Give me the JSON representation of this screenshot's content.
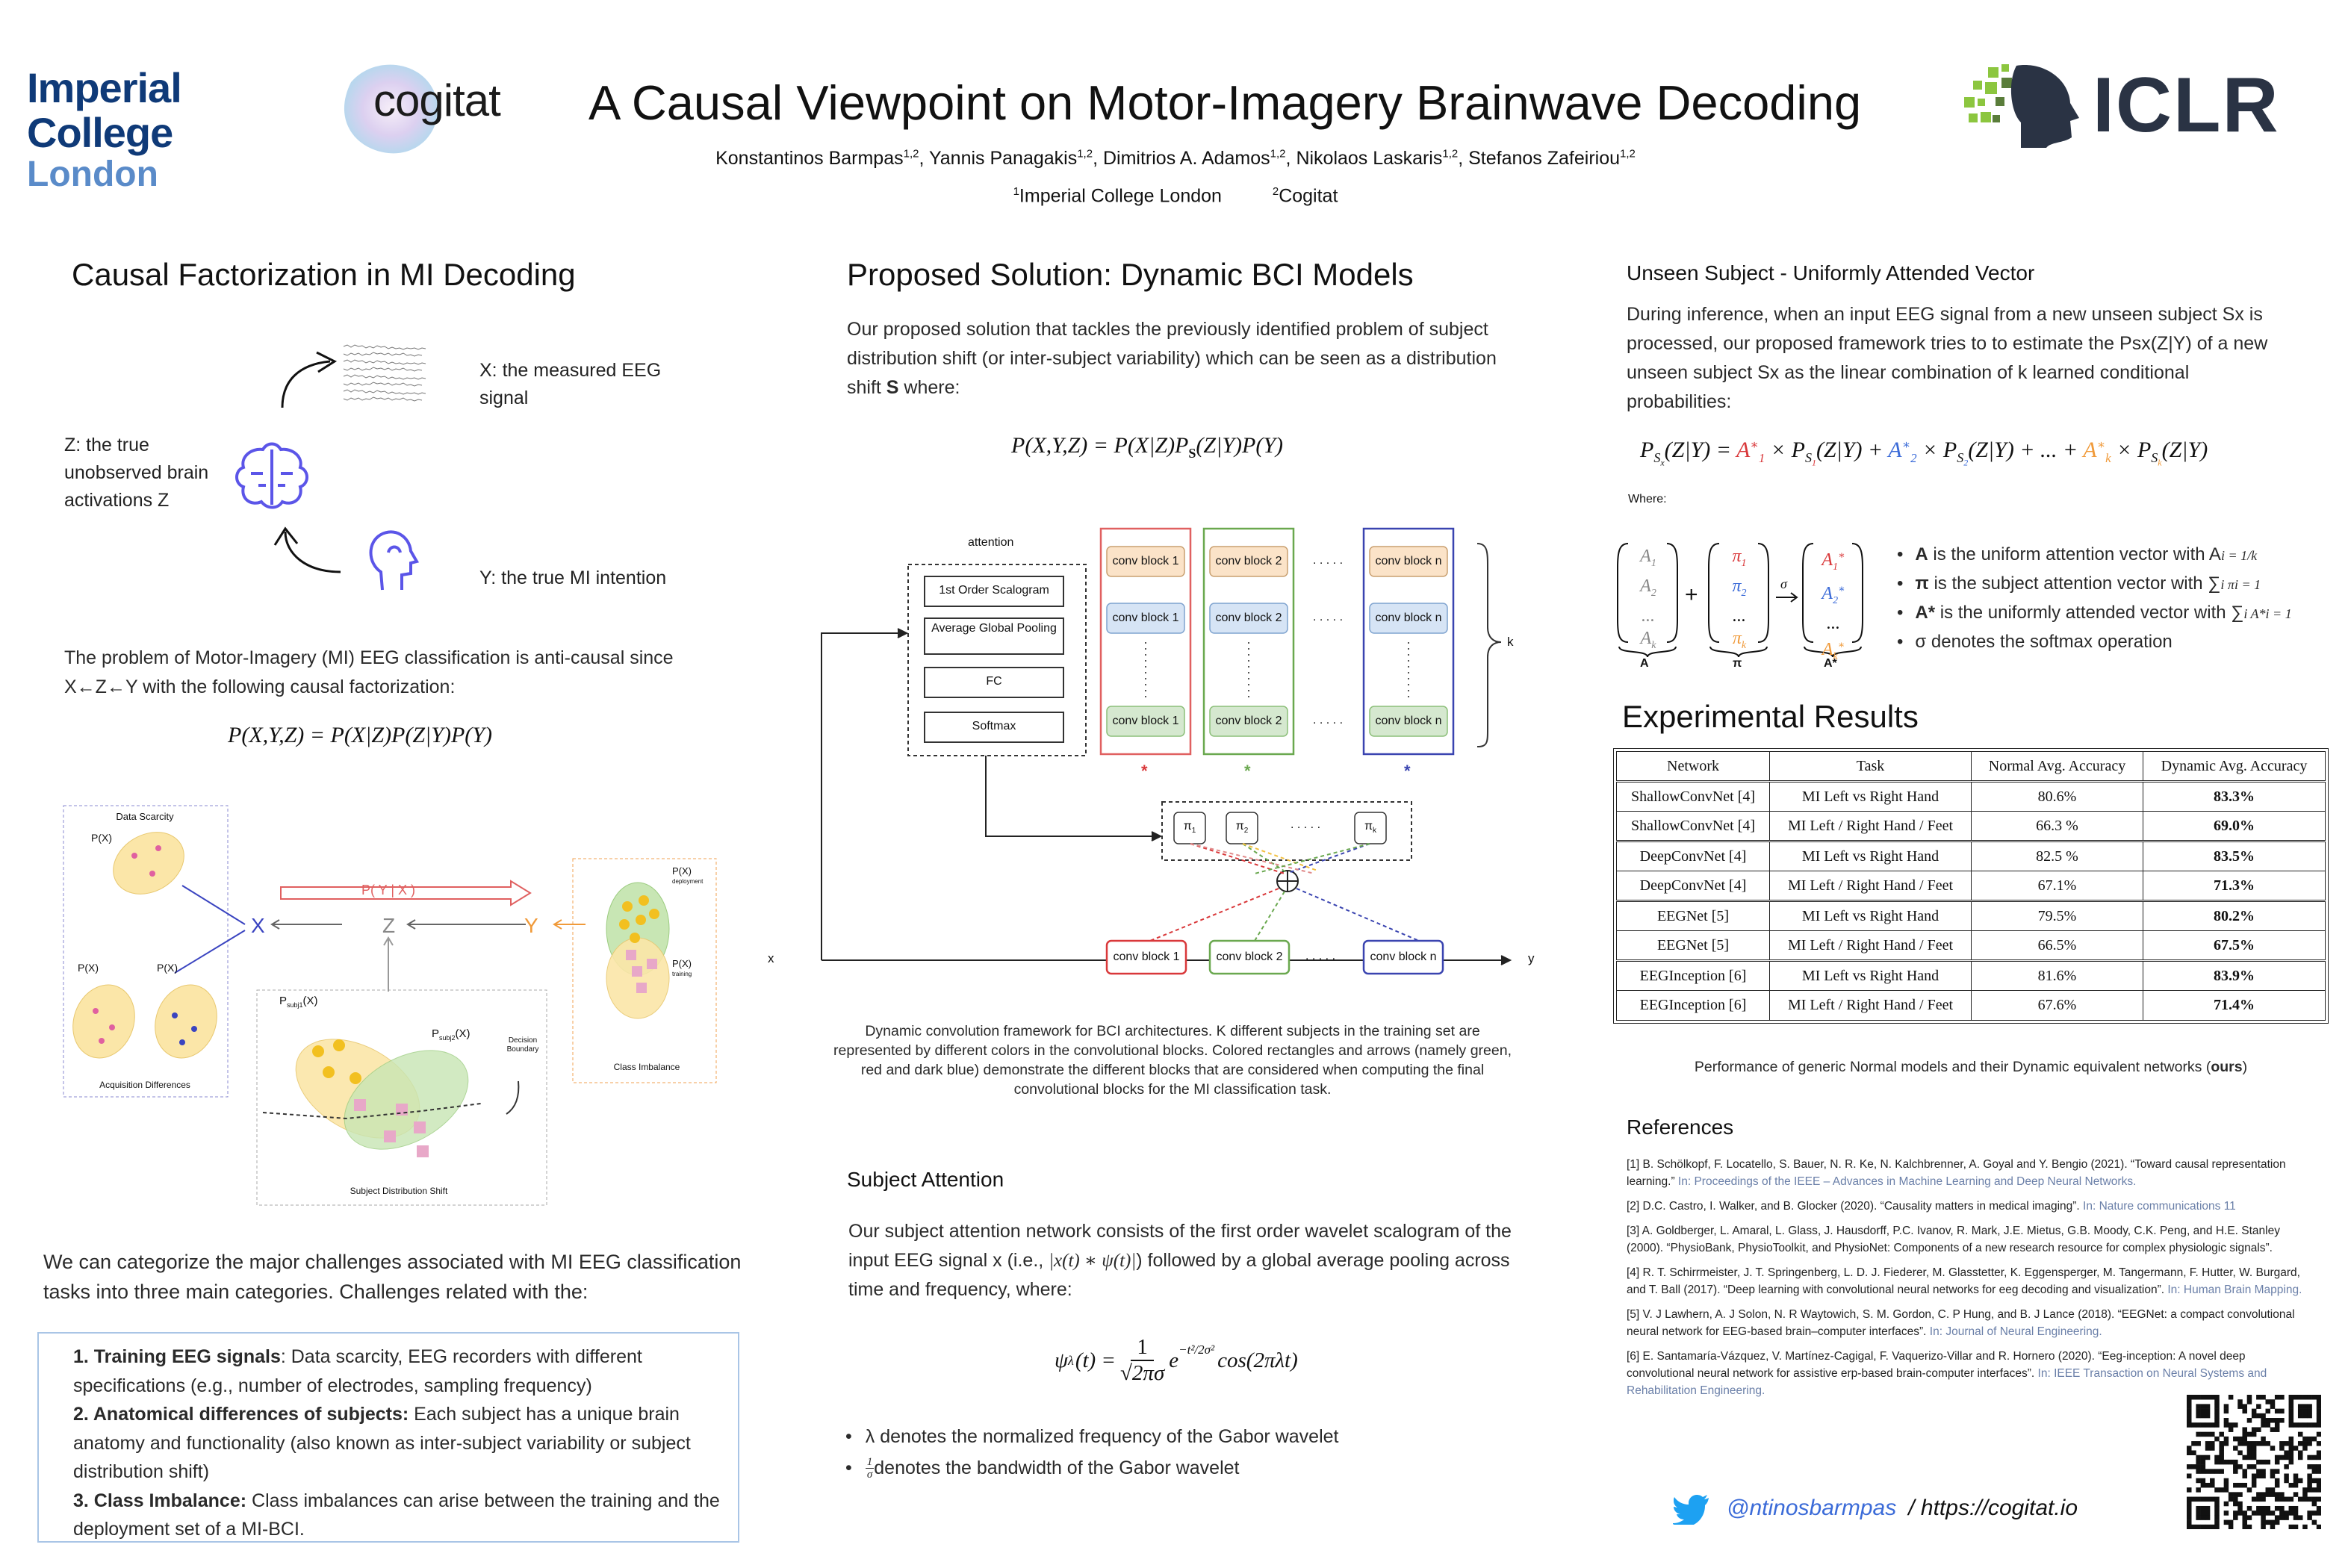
{
  "header": {
    "title": "A Causal Viewpoint on Motor-Imagery Brainwave Decoding",
    "logo_imperial_line1": "Imperial College",
    "logo_imperial_line2": "London",
    "logo_cogitat": "cogitat",
    "logo_iclr": "ICLR",
    "authors": [
      {
        "name": "Konstantinos Barmpas",
        "sup": "1,2",
        "sep": ", "
      },
      {
        "name": "Yannis Panagakis",
        "sup": "1,2",
        "sep": ", "
      },
      {
        "name": "Dimitrios A. Adamos",
        "sup": "1,2",
        "sep": ", "
      },
      {
        "name": "Nikolaos Laskaris",
        "sup": "1,2",
        "sep": ", "
      },
      {
        "name": "Stefanos Zafeiriou",
        "sup": "1,2",
        "sep": ""
      }
    ],
    "aff1_sup": "1",
    "aff1": "Imperial College London",
    "aff2_sup": "2",
    "aff2": "Cogitat"
  },
  "col1": {
    "title": "Causal Factorization in MI Decoding",
    "x_label": "X: the measured EEG signal",
    "z_label": "Z: the true unobserved brain activations Z",
    "y_label": "Y: the true MI intention",
    "problem_text": "The problem of Motor-Imagery (MI) EEG classification is anti-causal since X←Z←Y with the following causal factorization:",
    "factorization": "P(X,Y,Z) = P(X|Z)P(Z|Y)P(Y)",
    "diagram": {
      "data_scarcity": "Data Scarcity",
      "px": "P(X)",
      "acq_diff": "Acquisition Differences",
      "pyx": "P( Y | X )",
      "node_x": "X",
      "node_z": "Z",
      "node_y": "Y",
      "p_subj1": "P",
      "subj1_sub": "subj1",
      "p_subj2": "P",
      "subj2_sub": "subj2",
      "p_x_suffix": "(X)",
      "decision_boundary": "Decision Boundary",
      "subj_shift": "Subject Distribution Shift",
      "px_deployment": "P(X)",
      "deployment": "deployment",
      "px_training": "P(X)",
      "training": "training",
      "class_imbalance": "Class Imbalance"
    },
    "categorize_text": "We can categorize the major challenges associated with MI EEG classification tasks into three main categories. Challenges related with the:",
    "challenges": [
      {
        "head": "1. Training EEG signals",
        "text": ": Data scarcity, EEG recorders with different specifications (e.g., number of electrodes, sampling frequency)"
      },
      {
        "head": "2. Anatomical differences of subjects:",
        "text": " Each subject has a unique brain anatomy and functionality (also known as inter-subject variability or subject distribution shift)"
      },
      {
        "head": "3. Class Imbalance:",
        "text": " Class imbalances can arise between the training and the deployment set of a MI-BCI."
      }
    ]
  },
  "col2": {
    "title": "Proposed Solution: Dynamic BCI Models",
    "intro_a": "Our proposed solution that tackles the previously identified problem of subject distribution shift (or inter-subject variability) which can be seen as a distribution shift ",
    "intro_bold": "S",
    "intro_b": " where:",
    "equation": "P(X,Y,Z) = P(X|Z)P",
    "equation_sub": "S",
    "equation_tail": "(Z|Y)P(Y)",
    "fig": {
      "attention": "attention",
      "scalogram": "1st Order Scalogram",
      "avg_pool": "Average Global Pooling",
      "fc": "FC",
      "softmax": "Softmax",
      "block1": "conv block 1",
      "block2": "conv block 2",
      "blockn": "conv block n",
      "dots": ". . . . .",
      "k": "k",
      "x": "x",
      "y": "y",
      "pi1": "π",
      "pi1_sub": "1",
      "pi2": "π",
      "pi2_sub": "2",
      "pik": "π",
      "pik_sub": "k",
      "star": "*"
    },
    "caption": "Dynamic convolution framework for BCI architectures. K different subjects in the training set are represented by different colors in the convolutional blocks. Colored rectangles and arrows (namely green, red and dark blue) demonstrate the different blocks that are considered when computing the final convolutional blocks for the MI classification task.",
    "subj_att_title": "Subject Attention",
    "subj_att_text_a": "Our subject attention network consists of the first order wavelet scalogram of the input EEG signal x (i.e., ",
    "subj_att_math": "|x(t) ∗ ψ(t)|",
    "subj_att_text_b": ") followed by a global average pooling across time and frequency, where:",
    "gabor_lhs": "ψ",
    "gabor_lhs_sub": "λ",
    "gabor_lhs_arg": "(t) = ",
    "gabor_num": "1",
    "gabor_den": "√2πσ",
    "gabor_e": "e",
    "gabor_exp": "−t²/2σ²",
    "gabor_tail": "cos(2πλt)",
    "bullet1": "λ denotes  the normalized frequency of the Gabor wavelet",
    "bullet2_frac_num": "1",
    "bullet2_frac_den": "σ",
    "bullet2": " denotes the bandwidth of the Gabor wavelet"
  },
  "col3": {
    "unseen_title": "Unseen Subject - Uniformly Attended Vector",
    "unseen_text": "During inference, when an input EEG signal from a new unseen subject Sx is processed, our proposed framework tries to to estimate the Psx(Z|Y) of a new unseen subject Sx as the linear combination of k learned conditional probabilities:",
    "equation": "P_Sx(Z|Y) = A*1 × P_S1(Z|Y) + A*2 × P_S2(Z|Y) + ... + A*k × P_Sk(Z|Y)",
    "where": "Where:",
    "matrix_labels": {
      "A": "A",
      "pi": "π",
      "Astar": "A*",
      "sigma": "σ"
    },
    "where_bullets": [
      {
        "bold": "A",
        "text": " is the uniform attention vector with A",
        "tail": "i = 1/k"
      },
      {
        "bold": "π",
        "text": " is the subject attention vector with ∑",
        "tail": "i πi = 1"
      },
      {
        "bold": "A*",
        "text": " is the uniformly attended vector with ∑",
        "tail": "i A*i = 1"
      },
      {
        "bold": "",
        "text": "σ denotes the softmax operation",
        "tail": ""
      }
    ],
    "results_title": "Experimental Results",
    "table_headers": [
      "Network",
      "Task",
      "Normal Avg. Accuracy",
      "Dynamic Avg. Accuracy"
    ],
    "table_rows": [
      [
        "ShallowConvNet [4]",
        "MI Left vs Right Hand",
        "80.6%",
        "83.3%"
      ],
      [
        "ShallowConvNet [4]",
        "MI Left / Right Hand / Feet",
        "66.3 %",
        "69.0%"
      ],
      [
        "DeepConvNet [4]",
        "MI Left vs Right Hand",
        "82.5 %",
        "83.5%"
      ],
      [
        "DeepConvNet [4]",
        "MI Left / Right Hand / Feet",
        "67.1%",
        "71.3%"
      ],
      [
        "EEGNet [5]",
        "MI Left vs Right Hand",
        "79.5%",
        "80.2%"
      ],
      [
        "EEGNet [5]",
        "MI Left / Right Hand / Feet",
        "66.5%",
        "67.5%"
      ],
      [
        "EEGInception [6]",
        "MI Left vs Right Hand",
        "81.6%",
        "83.9%"
      ],
      [
        "EEGInception [6]",
        "MI Left / Right Hand / Feet",
        "67.6%",
        "71.4%"
      ]
    ],
    "table_caption_a": "Performance of generic Normal models and their Dynamic equivalent networks (",
    "table_caption_bold": "ours",
    "table_caption_b": ")",
    "references_title": "References",
    "references": [
      {
        "text": "[1] B. Schölkopf, F. Locatello, S. Bauer, N. R. Ke, N. Kalchbrenner, A. Goyal and Y. Bengio (2021). “Toward causal representation learning.”",
        "src": " In: Proceedings of the IEEE – Advances in Machine Learning and Deep Neural Networks."
      },
      {
        "text": "[2] D.C. Castro, I. Walker, and B. Glocker (2020). “Causality matters in medical imaging”.",
        "src": " In: Nature communications 11"
      },
      {
        "text": "[3] A. Goldberger, L. Amaral, L. Glass, J. Hausdorff, P.C. Ivanov, R. Mark, J.E. Mietus, G.B. Moody, C.K. Peng, and H.E. Stanley (2000). “PhysioBank, PhysioToolkit, and PhysioNet: Components of a new research resource for complex physiologic signals”.",
        "src": ""
      },
      {
        "text": "[4] R. T. Schirrmeister, J. T. Springenberg, L. D. J. Fiederer, M. Glasstetter, K. Eggensperger, M. Tangermann, F. Hutter, W. Burgard, and T. Ball (2017). “Deep learning with convolutional neural networks for eeg decoding and visualization”.",
        "src": " In: Human Brain Mapping."
      },
      {
        "text": "[5] V. J Lawhern, A. J Solon, N. R Waytowich, S. M. Gordon, C. P Hung, and B. J Lance (2018).  “EEGNet: a compact convolutional neural network for EEG-based brain–computer interfaces”.",
        "src": " In:  Journal of Neural Engineering."
      },
      {
        "text": "[6] E. Santamaría-Vázquez, V. Martínez-Cagigal, F. Vaquerizo-Villar and R. Hornero (2020). “Eeg-inception: A novel deep convolutional neural network for assistive erp-based brain-computer interfaces”.",
        "src": " In: IEEE Transaction on Neural Systems and Rehabilitation Engineering."
      }
    ],
    "twitter_handle": "@ntinosbarmpas",
    "website": "/ https://cogitat.io"
  },
  "colors": {
    "blue_accent": "#3b6bd8",
    "box_orange": "#fbe3c8",
    "box_blue": "#d6e4f5",
    "box_green": "#d5e8cf",
    "red": "#d9383a",
    "green": "#6aa84f",
    "dark_blue": "#3a44b0"
  }
}
